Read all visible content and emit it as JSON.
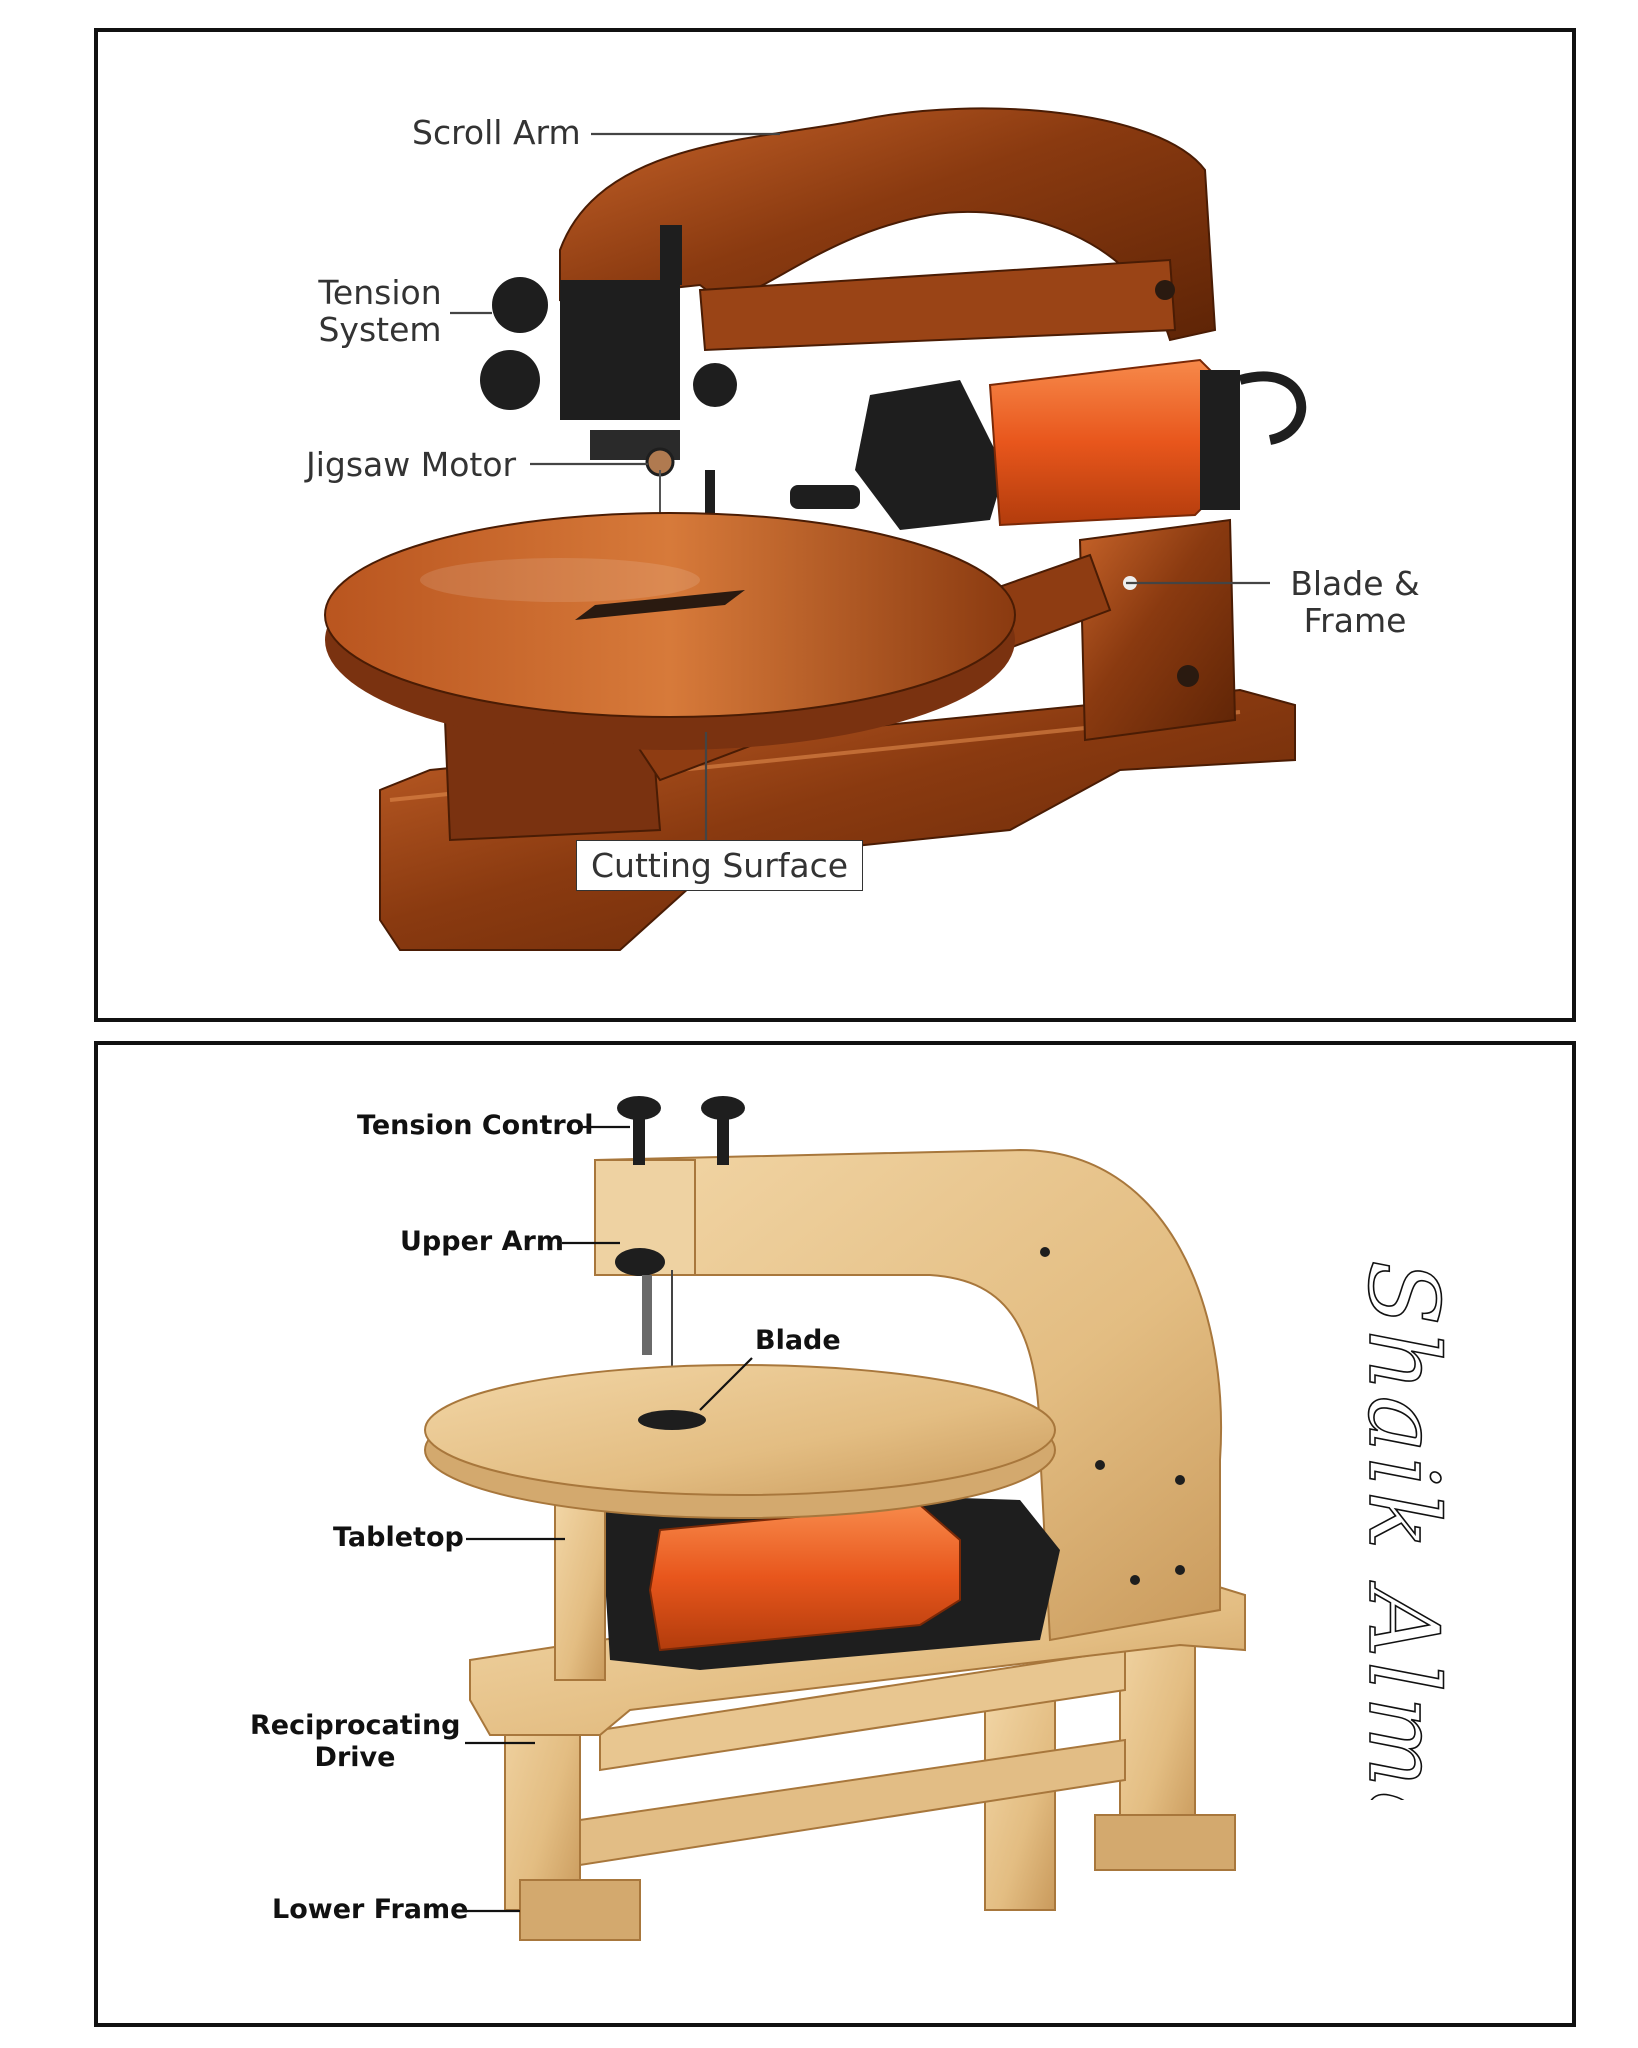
{
  "top_panel": {
    "labels": {
      "scroll_arm": "Scroll Arm",
      "tension_system_1": "Tension",
      "tension_system_2": "System",
      "jigsaw_motor": "Jigsaw Motor",
      "blade_frame_1": "Blade &",
      "blade_frame_2": "Frame",
      "cutting_surface": "Cutting Surface"
    }
  },
  "bottom_panel": {
    "labels": {
      "tension_control": "Tension Control",
      "upper_arm": "Upper Arm",
      "blade": "Blade",
      "tabletop": "Tabletop",
      "reciprocating_drive_1": "Reciprocating",
      "reciprocating_drive_2": "Drive",
      "lower_frame": "Lower Frame"
    }
  },
  "signature": {
    "text": "Shaik Almas"
  },
  "colors": {
    "walnut_wood": "#8a3a10",
    "walnut_highlight": "#c8642a",
    "birch_wood": "#e8c690",
    "motor_orange": "#e8561c",
    "metal_black": "#1e1e1e",
    "frame_border": "#111111"
  }
}
